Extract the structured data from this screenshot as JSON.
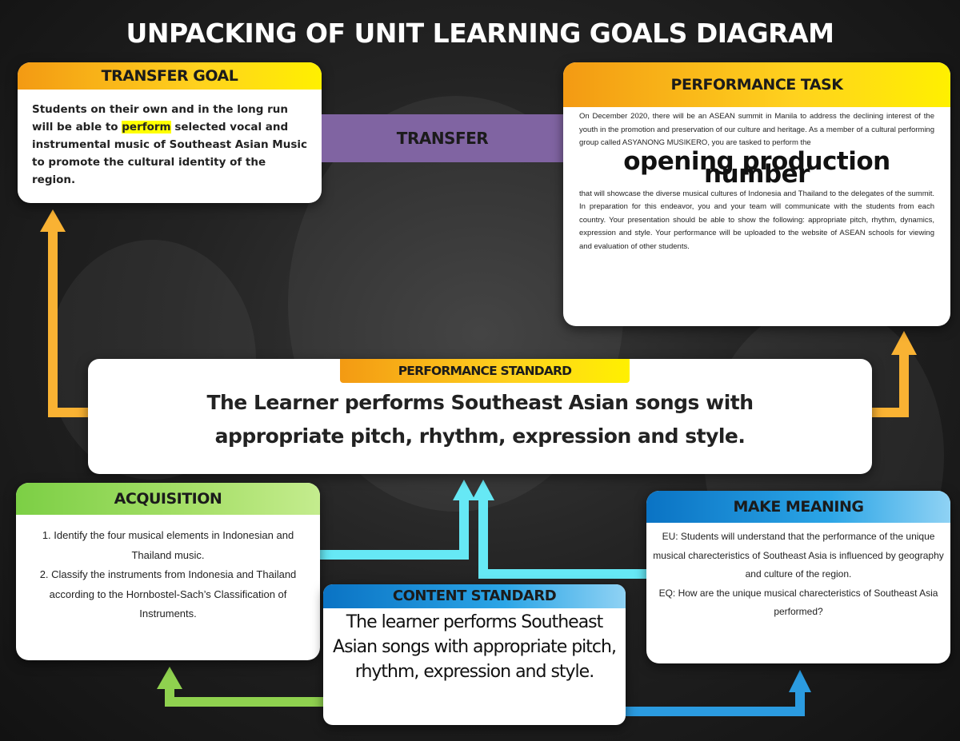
{
  "title": "UNPACKING OF UNIT LEARNING GOALS DIAGRAM",
  "transfer_goal": {
    "header": "TRANSFER GOAL",
    "text_before": "Students on their own and in the long run will be able to ",
    "highlight": "perform",
    "text_after": " selected vocal and instrumental music of Southeast Asian Music to promote the cultural identity of the region."
  },
  "transfer_label": "TRANSFER",
  "performance_task": {
    "header": "PERFORMANCE TASK",
    "intro": "On December 2020, there will be an ASEAN summit in Manila to address the declining interest of the youth in the promotion and preservation of our culture and heritage. As a member of a cultural performing group called ASYANONG MUSIKERO, you are tasked to perform the",
    "big_text": "opening production number",
    "body": "that will showcase the diverse musical cultures of Indonesia and Thailand to the delegates of the summit. In preparation for this endeavor, you and your team will communicate with the students from each country. Your presentation should be able to show the following: appropriate pitch, rhythm, dynamics, expression and style. Your performance will be uploaded to the website of ASEAN schools for viewing and evaluation of other students."
  },
  "performance_standard": {
    "header": "PERFORMANCE STANDARD",
    "line1": "The Learner performs Southeast Asian songs with",
    "line2": "appropriate pitch, rhythm, expression and style."
  },
  "acquisition": {
    "header": "ACQUISITION",
    "item1": "1. Identify the four musical elements in Indonesian and Thailand music.",
    "item2": "2. Classify the instruments from Indonesia and Thailand according to the Hornbostel-Sach’s Classification of Instruments."
  },
  "make_meaning": {
    "header": "MAKE MEANING",
    "eu": "EU: Students will understand that the performance of the unique musical charecteristics of Southeast Asia is influenced by geography and culture of the region.",
    "eq": "EQ: How are the unique musical charecteristics of Southeast Asia performed?"
  },
  "content_standard": {
    "header": "CONTENT STANDARD",
    "text": "The learner performs Southeast Asian songs with appropriate pitch, rhythm, expression and style."
  },
  "colors": {
    "orange_arrow": "#f9b233",
    "cyan_arrow": "#66e8f5",
    "green_arrow": "#8fd14f",
    "blue_arrow": "#2b9be0",
    "transfer_band": "#8064a2"
  }
}
